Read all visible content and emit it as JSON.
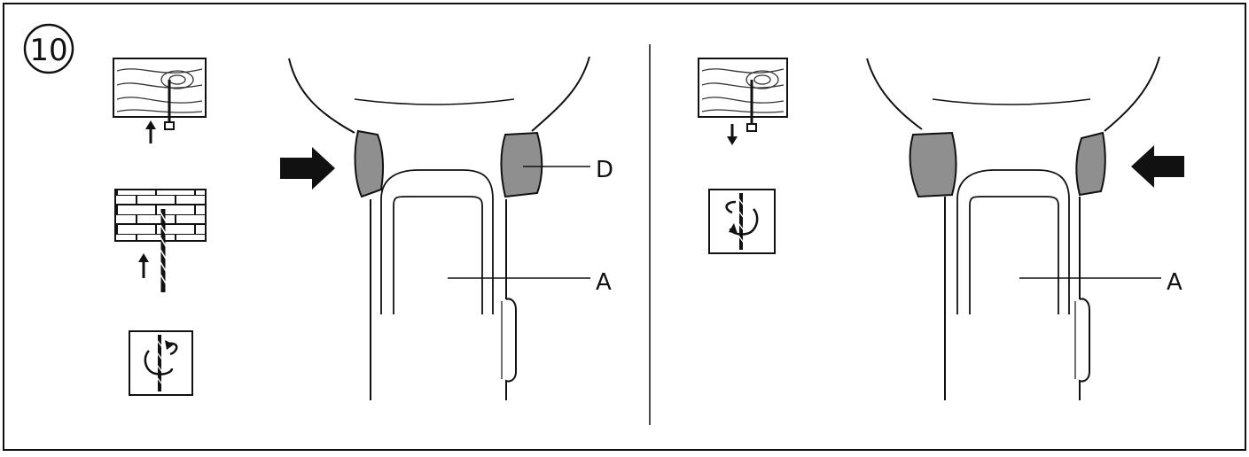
{
  "step_number": "10",
  "labels": {
    "left_callout_d": "D",
    "left_callout_a": "A",
    "right_callout_a": "A"
  },
  "left_panel": {
    "direction": "forward",
    "icons": [
      "wood-screw-in-icon",
      "brick-drill-icon",
      "rotation-clockwise-icon"
    ],
    "arrow": "push-right-arrow-icon"
  },
  "right_panel": {
    "direction": "reverse",
    "icons": [
      "wood-screw-out-icon",
      "rotation-counterclockwise-icon"
    ],
    "arrow": "push-left-arrow-icon"
  },
  "colors": {
    "outline": "#111111",
    "button_fill": "#8f8f8f",
    "background": "#ffffff"
  }
}
